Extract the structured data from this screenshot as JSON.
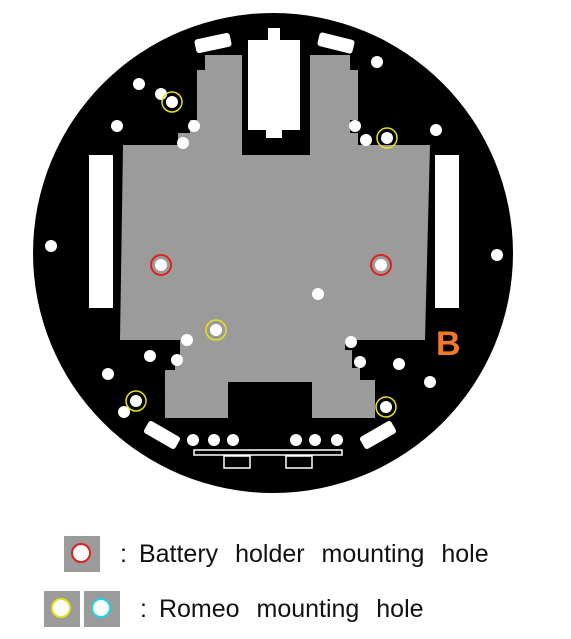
{
  "board": {
    "corner_label": "B",
    "colors": {
      "board": "#000000",
      "plate": "#9b9b9b",
      "slot": "#ffffff",
      "battery_ring": "#e0201e",
      "romeo_ring_a": "#e8e11a",
      "romeo_ring_b": "#1ed4e6",
      "label": "#f07a2a"
    },
    "marker_icons": [
      "battery-holder-hole-icon",
      "romeo-hole-icon"
    ]
  },
  "legend": {
    "battery": {
      "separator": ":",
      "text": "Battery holder mounting hole"
    },
    "romeo": {
      "separator": ":",
      "text": "Romeo mounting hole"
    }
  }
}
